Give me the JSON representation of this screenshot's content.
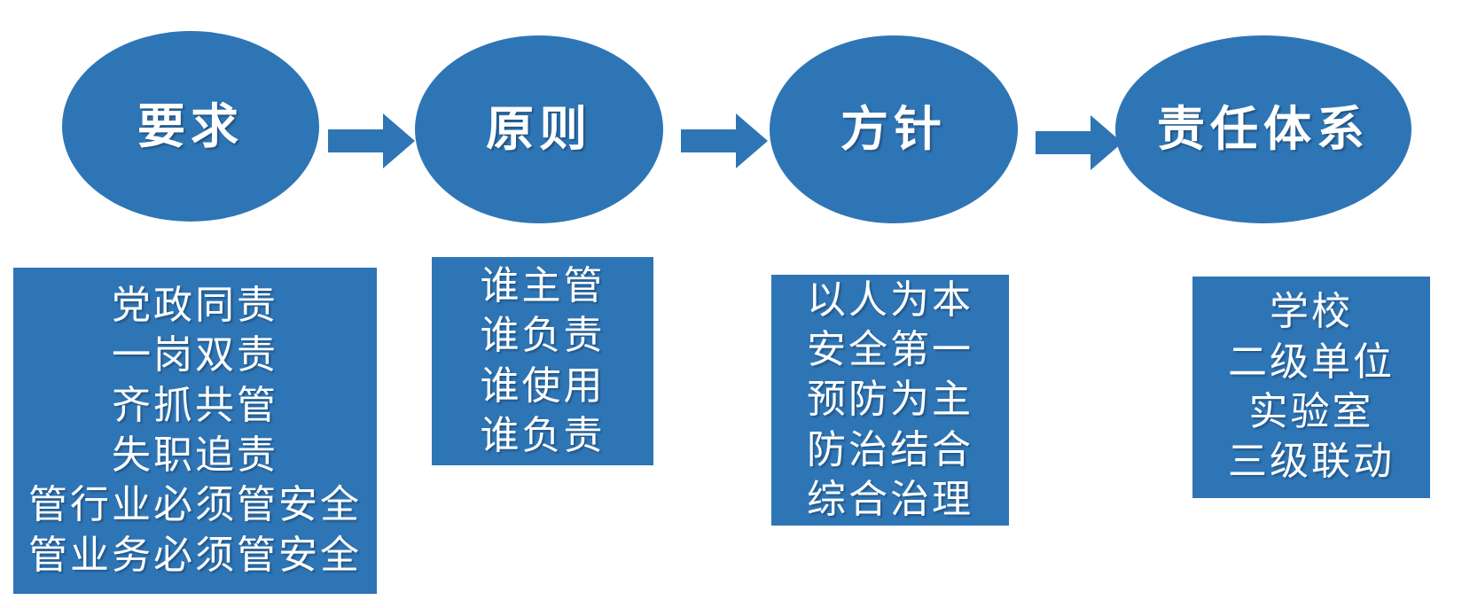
{
  "diagram": {
    "title": "",
    "colors": {
      "fill": "#2E75B6",
      "text": "#FFFFFF",
      "background": "#FFFFFF"
    },
    "stages": [
      {
        "ellipse_label": "要求",
        "items": [
          "党政同责",
          "一岗双责",
          "齐抓共管",
          "失职追责",
          "管行业必须管安全",
          "管业务必须管安全"
        ]
      },
      {
        "ellipse_label": "原则",
        "items": [
          "谁主管",
          "谁负责",
          "谁使用",
          "谁负责"
        ]
      },
      {
        "ellipse_label": "方针",
        "items": [
          "以人为本",
          "安全第一",
          "预防为主",
          "防治结合",
          "综合治理"
        ]
      },
      {
        "ellipse_label": "责任体系",
        "items": [
          "学校",
          "二级单位",
          "实验室",
          "三级联动"
        ]
      }
    ],
    "connectors": [
      {
        "icon": "right-arrow-icon"
      },
      {
        "icon": "right-arrow-icon"
      },
      {
        "icon": "right-arrow-icon"
      }
    ]
  }
}
